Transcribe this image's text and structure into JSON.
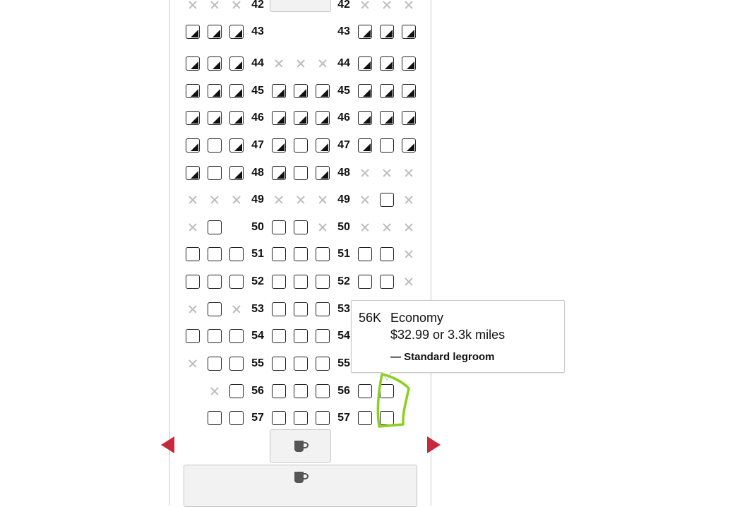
{
  "seat_map": {
    "rows": [
      {
        "number": "42",
        "left": [
          "x",
          "x",
          "x"
        ],
        "center": [],
        "right": [
          "x",
          "x",
          "x"
        ]
      },
      {
        "number": "43",
        "left": [
          "premium",
          "premium",
          "premium"
        ],
        "center": [],
        "right": [
          "premium",
          "premium",
          "premium"
        ]
      },
      {
        "number": "44",
        "left": [
          "premium",
          "premium",
          "premium"
        ],
        "center": [
          "x",
          "x",
          "x"
        ],
        "right": [
          "premium",
          "premium",
          "premium"
        ]
      },
      {
        "number": "45",
        "left": [
          "premium",
          "premium",
          "premium"
        ],
        "center": [
          "premium",
          "premium",
          "premium"
        ],
        "right": [
          "premium",
          "premium",
          "premium"
        ]
      },
      {
        "number": "46",
        "left": [
          "premium",
          "premium",
          "premium"
        ],
        "center": [
          "premium",
          "premium",
          "premium"
        ],
        "right": [
          "premium",
          "premium",
          "premium"
        ]
      },
      {
        "number": "47",
        "left": [
          "premium",
          "available",
          "premium"
        ],
        "center": [
          "premium",
          "available",
          "premium"
        ],
        "right": [
          "premium",
          "available",
          "premium"
        ]
      },
      {
        "number": "48",
        "left": [
          "premium",
          "available",
          "premium"
        ],
        "center": [
          "premium",
          "available",
          "premium"
        ],
        "right": [
          "x",
          "x",
          "x"
        ]
      },
      {
        "number": "49",
        "left": [
          "x",
          "x",
          "x"
        ],
        "center": [
          "x",
          "x",
          "x"
        ],
        "right": [
          "x",
          "available",
          "x"
        ]
      },
      {
        "number": "50",
        "left": [
          "x",
          "available"
        ],
        "center": [
          "available",
          "available",
          "x"
        ],
        "right": [
          "x",
          "x",
          "x"
        ]
      },
      {
        "number": "51",
        "left": [
          "available",
          "available",
          "available"
        ],
        "center": [
          "available",
          "available",
          "available"
        ],
        "right": [
          "available",
          "available",
          "x"
        ]
      },
      {
        "number": "52",
        "left": [
          "available",
          "available",
          "available"
        ],
        "center": [
          "available",
          "available",
          "available"
        ],
        "right": [
          "available",
          "available",
          "x"
        ]
      },
      {
        "number": "53",
        "left": [
          "x",
          "available",
          "x"
        ],
        "center": [
          "available",
          "available",
          "available"
        ],
        "right": []
      },
      {
        "number": "54",
        "left": [
          "available",
          "available",
          "available"
        ],
        "center": [
          "available",
          "available",
          "available"
        ],
        "right": []
      },
      {
        "number": "55",
        "left": [
          "x",
          "available",
          "available"
        ],
        "center": [
          "available",
          "available",
          "available"
        ],
        "right": []
      },
      {
        "number": "56",
        "left": [
          "none",
          "x",
          "available"
        ],
        "center": [
          "available",
          "available",
          "available"
        ],
        "right": [
          "available",
          "available"
        ]
      },
      {
        "number": "57",
        "left": [
          "none",
          "available",
          "available"
        ],
        "center": [
          "available",
          "available",
          "available"
        ],
        "right": [
          "available",
          "available"
        ]
      }
    ],
    "galley_icon": "coffee-cup-icon",
    "exit_color": "#c8283c"
  },
  "tooltip": {
    "seat_code": "56K",
    "cabin": "Economy",
    "price": "$32.99 or 3.3k miles",
    "legroom": "— Standard legroom"
  },
  "annotation_color": "#8ccf1f"
}
